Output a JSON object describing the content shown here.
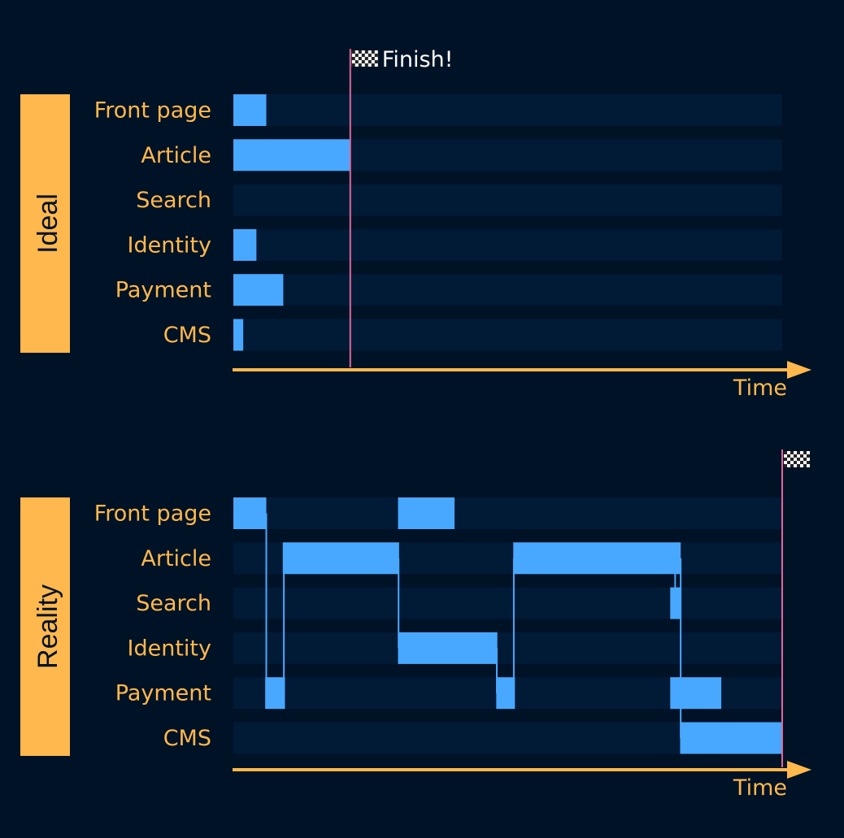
{
  "colors": {
    "background": "#001226",
    "lane": "#011a36",
    "bar": "#48a8ff",
    "accent": "#ffb84d",
    "finish_line": "#e0679a",
    "finish_text": "#ffffff"
  },
  "lanes": [
    "Front page",
    "Article",
    "Search",
    "Identity",
    "Payment",
    "CMS"
  ],
  "axis_label": "Time",
  "time_range": [
    0,
    100
  ],
  "icons": {
    "finish_flag": "checkered-flag-icon"
  },
  "panels": [
    {
      "id": "ideal",
      "section_label": "Ideal",
      "finish_label": "Finish!",
      "finish_time": 21.3,
      "bars": [
        {
          "lane": 0,
          "start": 0,
          "end": 6
        },
        {
          "lane": 1,
          "start": 0,
          "end": 21.3
        },
        {
          "lane": 3,
          "start": 0,
          "end": 4.2
        },
        {
          "lane": 4,
          "start": 0,
          "end": 9.1
        },
        {
          "lane": 5,
          "start": 0,
          "end": 1.8
        }
      ],
      "transitions": []
    },
    {
      "id": "reality",
      "section_label": "Reality",
      "finish_label": "",
      "finish_time": 100,
      "bars": [
        {
          "lane": 0,
          "start": 0,
          "end": 6
        },
        {
          "lane": 4,
          "start": 5.8,
          "end": 9.4
        },
        {
          "lane": 1,
          "start": 9,
          "end": 30.2
        },
        {
          "lane": 0,
          "start": 30,
          "end": 40.3
        },
        {
          "lane": 3,
          "start": 30,
          "end": 48.1
        },
        {
          "lane": 4,
          "start": 47.9,
          "end": 51.3
        },
        {
          "lane": 1,
          "start": 51,
          "end": 81.5
        },
        {
          "lane": 2,
          "start": 79.6,
          "end": 81.6
        },
        {
          "lane": 4,
          "start": 79.6,
          "end": 88.9
        },
        {
          "lane": 5,
          "start": 81.4,
          "end": 100
        }
      ],
      "transitions": [
        {
          "time": 6,
          "from_lane": 0,
          "to_lane": 4
        },
        {
          "time": 9.2,
          "from_lane": 4,
          "to_lane": 1
        },
        {
          "time": 30.1,
          "from_lane": 1,
          "to_lane": 3
        },
        {
          "time": 48,
          "from_lane": 3,
          "to_lane": 4
        },
        {
          "time": 51.1,
          "from_lane": 4,
          "to_lane": 1
        },
        {
          "time": 80.5,
          "from_lane": 1,
          "to_lane": 2
        },
        {
          "time": 81.5,
          "from_lane": 1,
          "to_lane": 5
        }
      ]
    }
  ]
}
